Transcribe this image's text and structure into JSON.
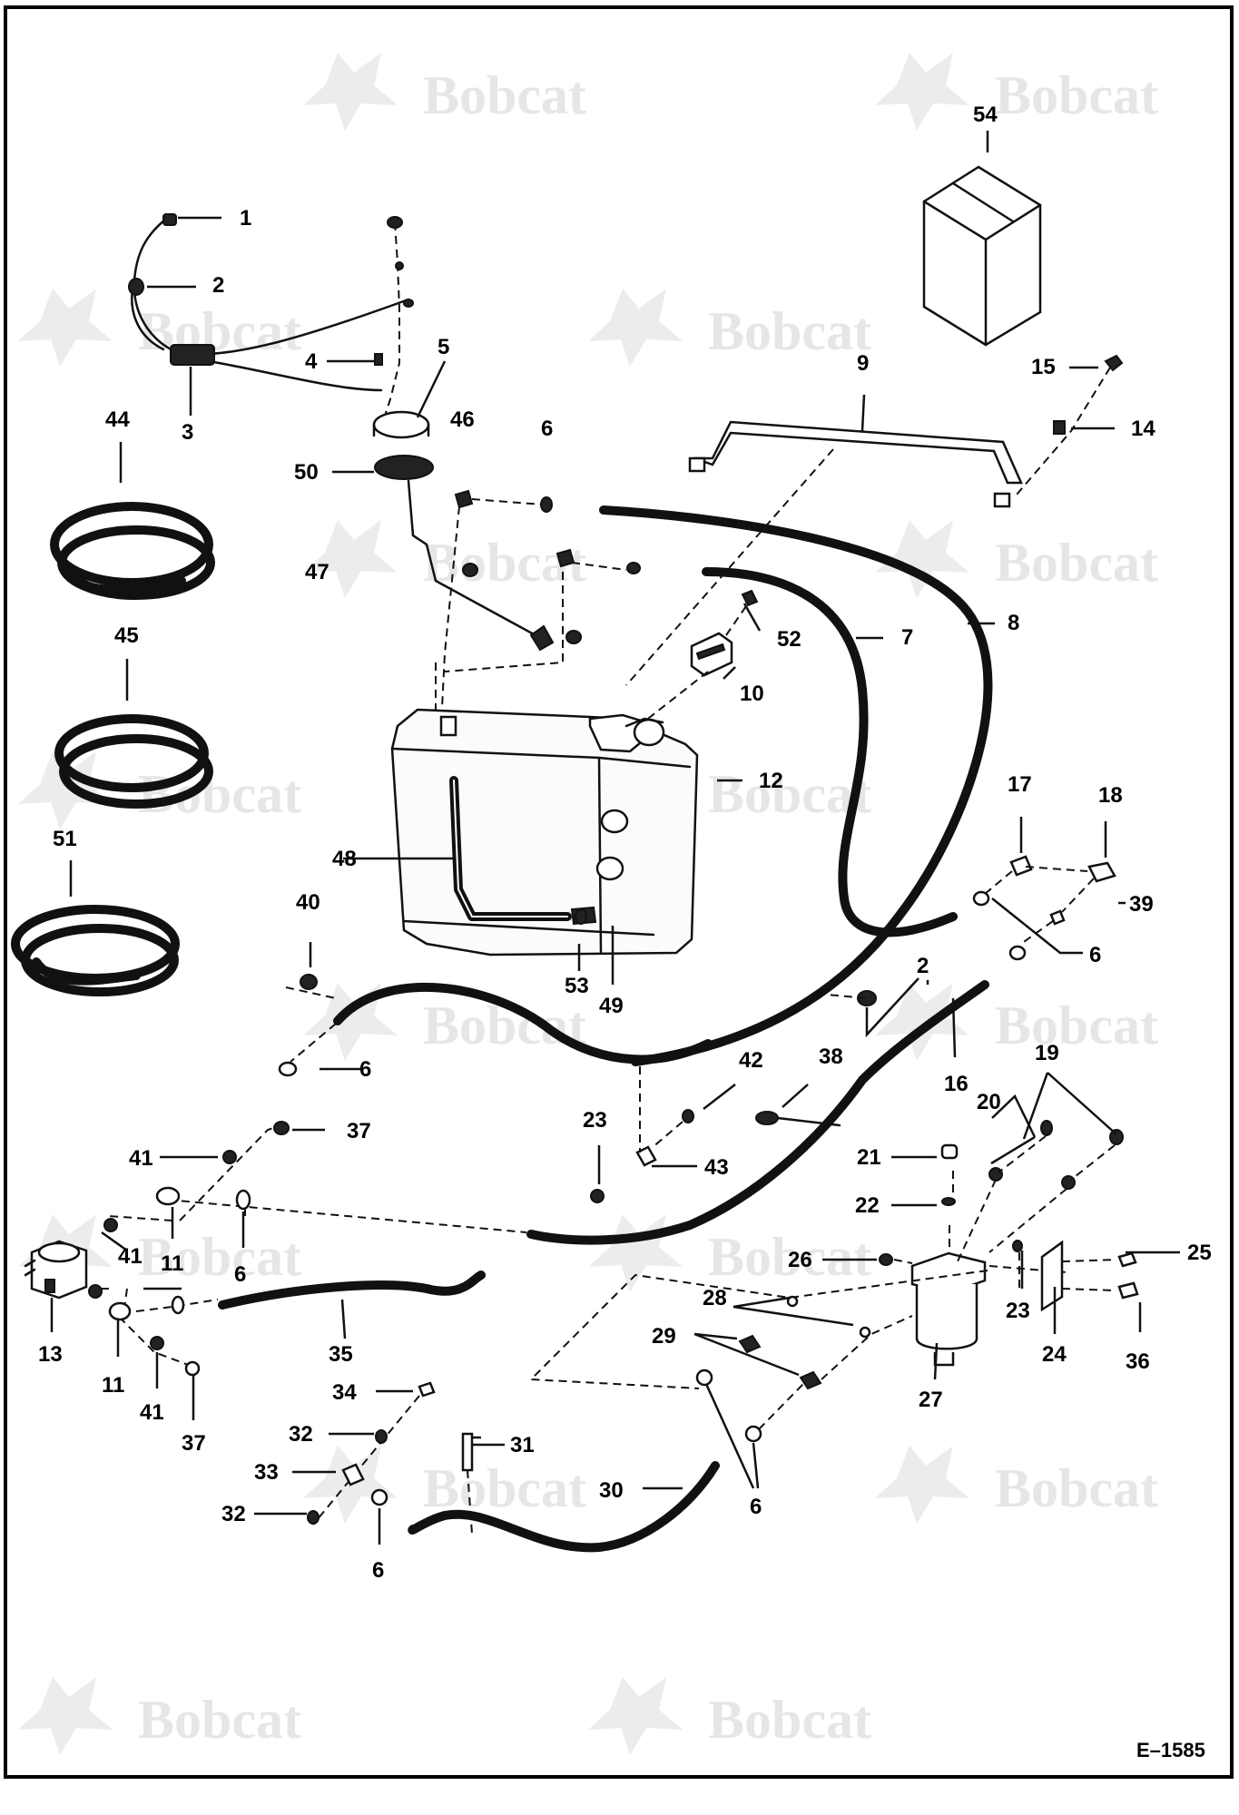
{
  "watermark": {
    "text": "Bobcat"
  },
  "drawing_number": "E–1585",
  "callouts": {
    "c1": "1",
    "c2": "2",
    "c2b": "2",
    "c3": "3",
    "c4": "4",
    "c5": "5",
    "c6a": "6",
    "c6b": "6",
    "c6c": "6",
    "c6d": "6",
    "c6e": "6",
    "c6f": "6",
    "c7": "7",
    "c8": "8",
    "c9": "9",
    "c10": "10",
    "c11a": "11",
    "c11b": "11",
    "c12": "12",
    "c13": "13",
    "c14": "14",
    "c15": "15",
    "c16": "16",
    "c17": "17",
    "c18": "18",
    "c19": "19",
    "c20": "20",
    "c21": "21",
    "c22": "22",
    "c23a": "23",
    "c23b": "23",
    "c24": "24",
    "c25": "25",
    "c26": "26",
    "c27": "27",
    "c28": "28",
    "c29": "29",
    "c30": "30",
    "c31": "31",
    "c32a": "32",
    "c32b": "32",
    "c33": "33",
    "c34": "34",
    "c35": "35",
    "c36": "36",
    "c37a": "37",
    "c37b": "37",
    "c38": "38",
    "c39": "39",
    "c40": "40",
    "c41a": "41",
    "c41b": "41",
    "c41c": "41",
    "c42": "42",
    "c43": "43",
    "c44": "44",
    "c45": "45",
    "c46": "46",
    "c47": "47",
    "c48": "48",
    "c49": "49",
    "c50": "50",
    "c51": "51",
    "c52": "52",
    "c53": "53",
    "c54": "54"
  }
}
